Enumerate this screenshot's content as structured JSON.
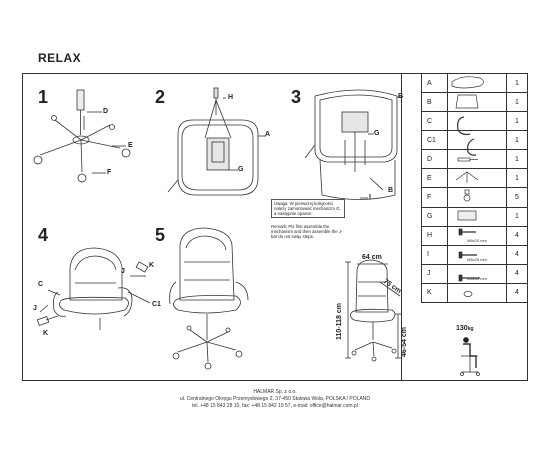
{
  "title": "RELAX",
  "steps": [
    "1",
    "2",
    "3",
    "4",
    "5"
  ],
  "step_labels": {
    "s1": [
      "D",
      "E",
      "F"
    ],
    "s2": [
      "H",
      "A",
      "G"
    ],
    "s3": [
      "B",
      "G",
      "I",
      "B"
    ],
    "s4": [
      "J",
      "K",
      "C",
      "C1",
      "J",
      "K"
    ]
  },
  "notes": {
    "pl": "Uwaga: W pierwszej kolejności należy zamontować mechanizm G, a następnie oparcie.",
    "en": "Remark: Pls first assemble the mechanism and then assemble the J-bar do not sway steps."
  },
  "parts": [
    {
      "code": "A",
      "qty": "1",
      "size": ""
    },
    {
      "code": "B",
      "qty": "1",
      "size": ""
    },
    {
      "code": "C",
      "qty": "1",
      "size": ""
    },
    {
      "code": "C1",
      "qty": "1",
      "size": ""
    },
    {
      "code": "D",
      "qty": "1",
      "size": ""
    },
    {
      "code": "E",
      "qty": "1",
      "size": ""
    },
    {
      "code": "F",
      "qty": "5",
      "size": ""
    },
    {
      "code": "G",
      "qty": "1",
      "size": ""
    },
    {
      "code": "H",
      "qty": "4",
      "size": "M6x20 mm"
    },
    {
      "code": "I",
      "qty": "4",
      "size": "M6x25 mm"
    },
    {
      "code": "J",
      "qty": "4",
      "size": "M8x65 mm"
    },
    {
      "code": "K",
      "qty": "4",
      "size": ""
    }
  ],
  "dimensions": {
    "width": "64 cm",
    "depth": "75 cm",
    "height": "110-118 cm",
    "seat_height": "46-54 cm",
    "max_load": "130",
    "max_load_unit": "kg"
  },
  "footer": [
    "HALMAR Sp. z o.o.",
    "ul. Centralnego Okręgu Przemysłowego 2, 37-450 Stalowa Wola, POLSKA / POLAND",
    "tel. +48 15 843 28 10, fax: +48 15 842 19 57, e-mail: office@halmar.com.pl"
  ]
}
